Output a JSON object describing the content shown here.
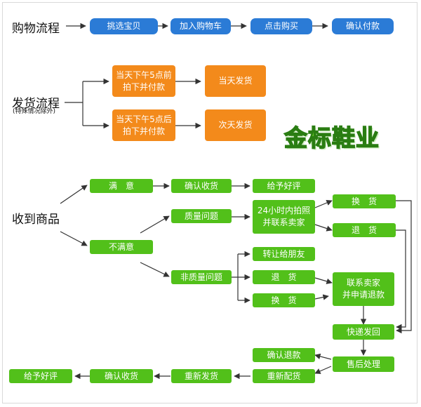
{
  "colors": {
    "blue": "#2b7bd6",
    "orange": "#f38a1b",
    "green": "#52c01a",
    "brand": "#6fd12a"
  },
  "brand": "金标鞋业",
  "shopping": {
    "title": "购物流程",
    "steps": [
      "挑选宝贝",
      "加入购物车",
      "点击购买",
      "确认付款"
    ]
  },
  "shipping": {
    "title": "发货流程",
    "subtitle": "(特殊情况除外)",
    "before": "当天下午5点前\n拍下并付款",
    "before_result": "当天发货",
    "after": "当天下午5点后\n拍下并付款",
    "after_result": "次天发货"
  },
  "receipt": {
    "title": "收到商品",
    "satisfied": "满　意",
    "confirm_receipt": "确认收货",
    "give_praise": "给予好评",
    "unsatisfied": "不满意",
    "quality_issue": "质量问题",
    "photo_contact": "24小时内拍照\n并联系卖家",
    "exchange": "换　货",
    "return": "退　货",
    "non_quality_issue": "非质量问题",
    "transfer_friend": "转让给朋友",
    "return2": "退　货",
    "exchange2": "换　货",
    "contact_refund": "联系卖家\n并申请退款",
    "express_return": "快递发回",
    "after_sales": "售后处理",
    "confirm_refund": "确认退款",
    "reship": "重新配货",
    "resend": "重新发货",
    "confirm_receipt2": "确认收货",
    "give_praise2": "给予好评"
  }
}
